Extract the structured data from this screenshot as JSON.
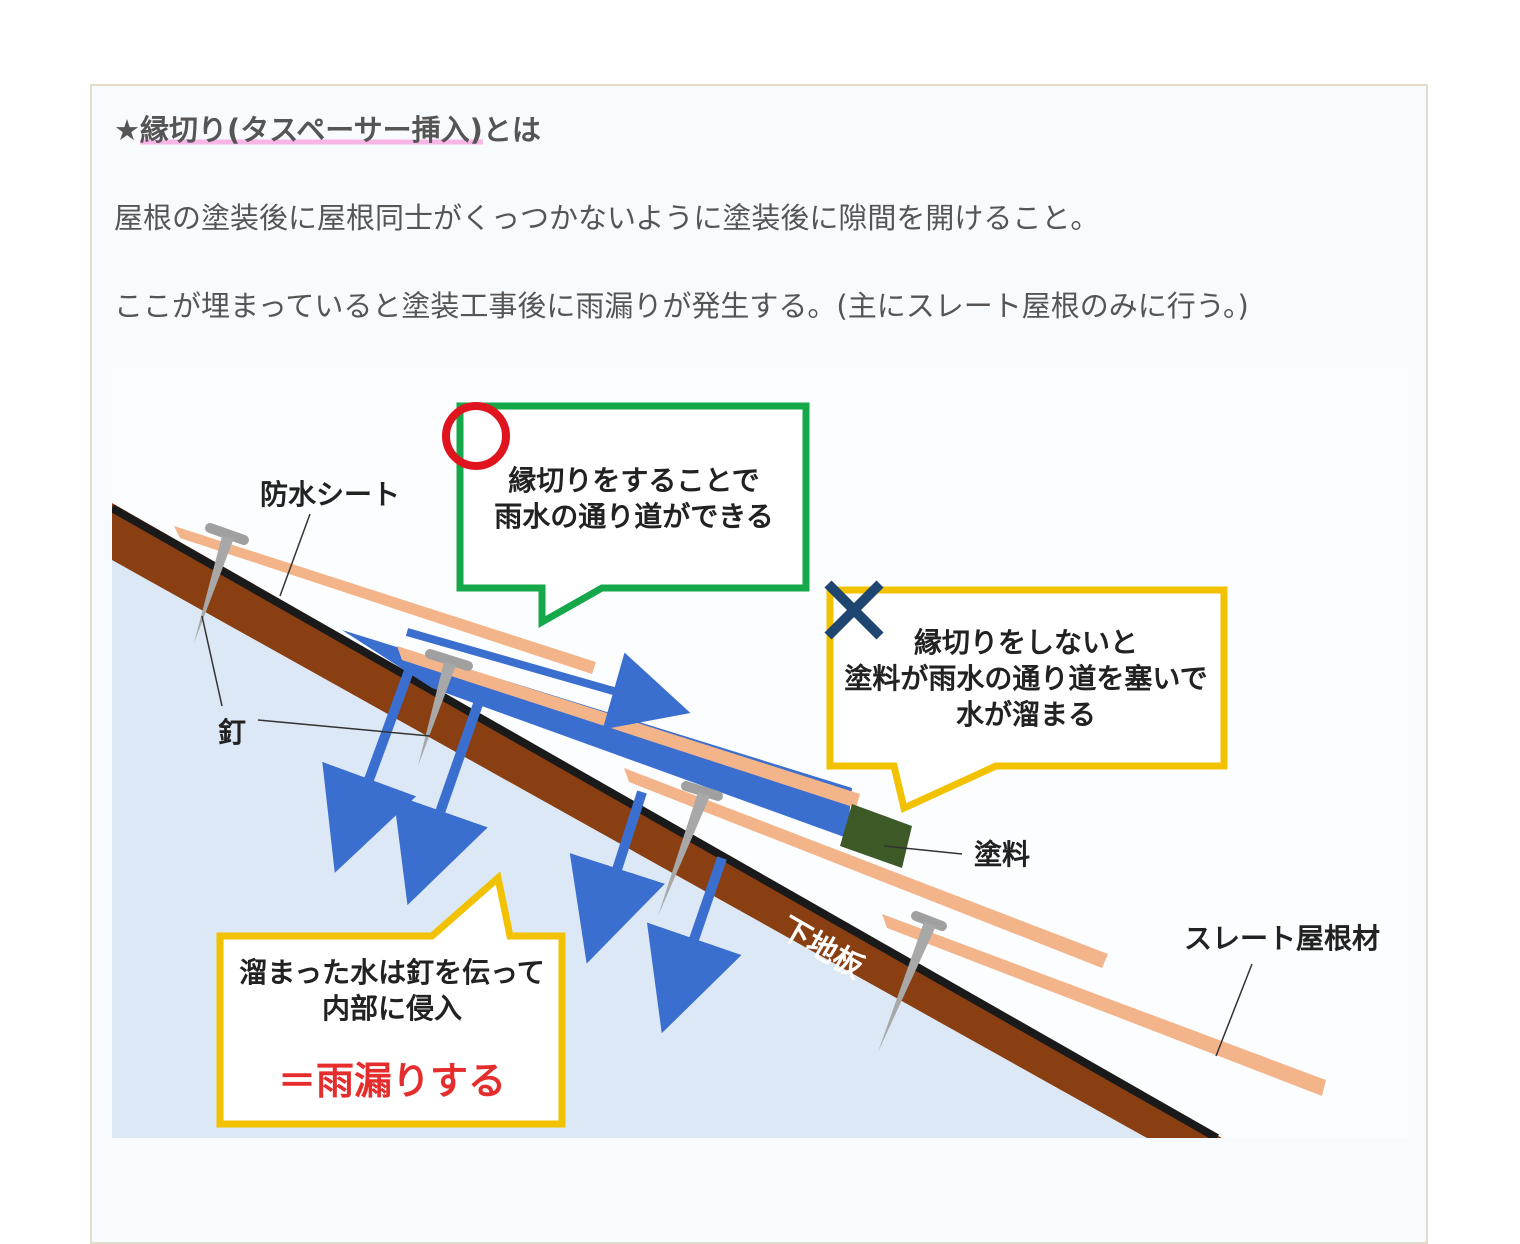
{
  "heading": {
    "star": "★",
    "highlight": "縁切り(タスペーサー挿入)",
    "rest": "とは"
  },
  "paragraphs": [
    "屋根の塗装後に屋根同士がくっつかないように塗装後に隙間を開けること。",
    "ここが埋まっていると塗装工事後に雨漏りが発生する。(主にスレート屋根のみに行う。)"
  ],
  "diagram": {
    "label_waterproof_sheet": "防水シート",
    "label_nail": "釘",
    "label_paint": "塗料",
    "label_slate": "スレート屋根材",
    "label_base_board": "下地板",
    "good_callout": {
      "line1": "縁切りをすることで",
      "line2": "雨水の通り道ができる",
      "symbol": "〇"
    },
    "bad_callout": {
      "line1": "縁切りをしないと",
      "line2": "塗料が雨水の通り道を塞いで",
      "line3": "水が溜まる",
      "symbol": "✕"
    },
    "leak_callout": {
      "line1": "溜まった水は釘を伝って",
      "line2": "内部に侵入",
      "result": "＝雨漏りする"
    },
    "colors": {
      "base_board": "#8a3f12",
      "slate": "#f4b48a",
      "water": "#3b6fcf",
      "paint": "#3d5a26",
      "good": "#14a84a",
      "bad": "#f2c200",
      "circle": "#e0141e",
      "cross": "#1e4670",
      "sky": "#dce8f5",
      "result_text": "#e52d2d"
    }
  }
}
